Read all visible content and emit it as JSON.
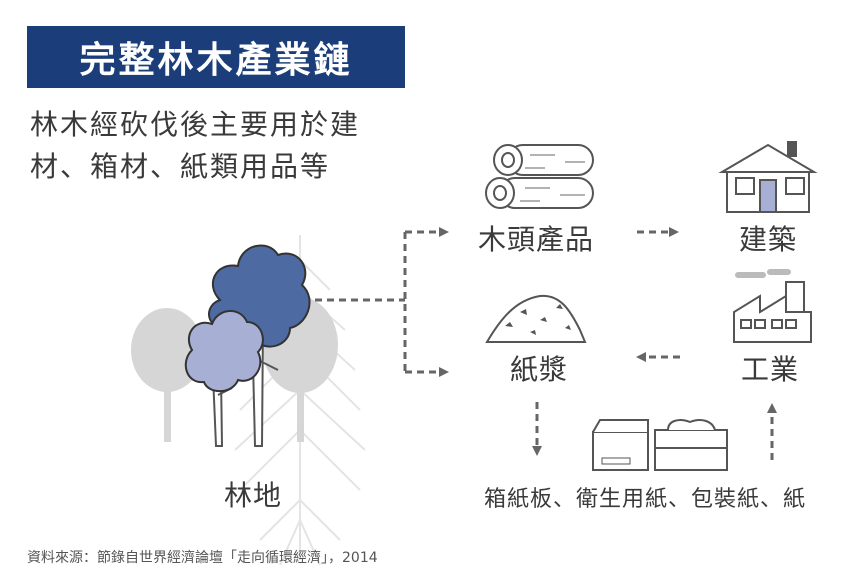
{
  "header": {
    "title": "完整林木產業鏈"
  },
  "intro": {
    "line1": "林木經砍伐後主要用於建",
    "line2": "材、箱材、紙類用品等"
  },
  "nodes": {
    "forest": "林地",
    "timber": "木頭產品",
    "building": "建築",
    "pulp": "紙漿",
    "industry": "工業",
    "paper_products": "箱紙板、衛生用紙、包裝紙、紙"
  },
  "source": "資料來源：節錄自世界經濟論壇「走向循環經濟」，2014",
  "colors": {
    "title_bg": "#1b3e7a",
    "tree_dark": "#4e6aa3",
    "tree_light": "#a7b0d4",
    "tree_gray": "#d6d6d6",
    "icon": "#555555",
    "arrow": "#666666"
  }
}
